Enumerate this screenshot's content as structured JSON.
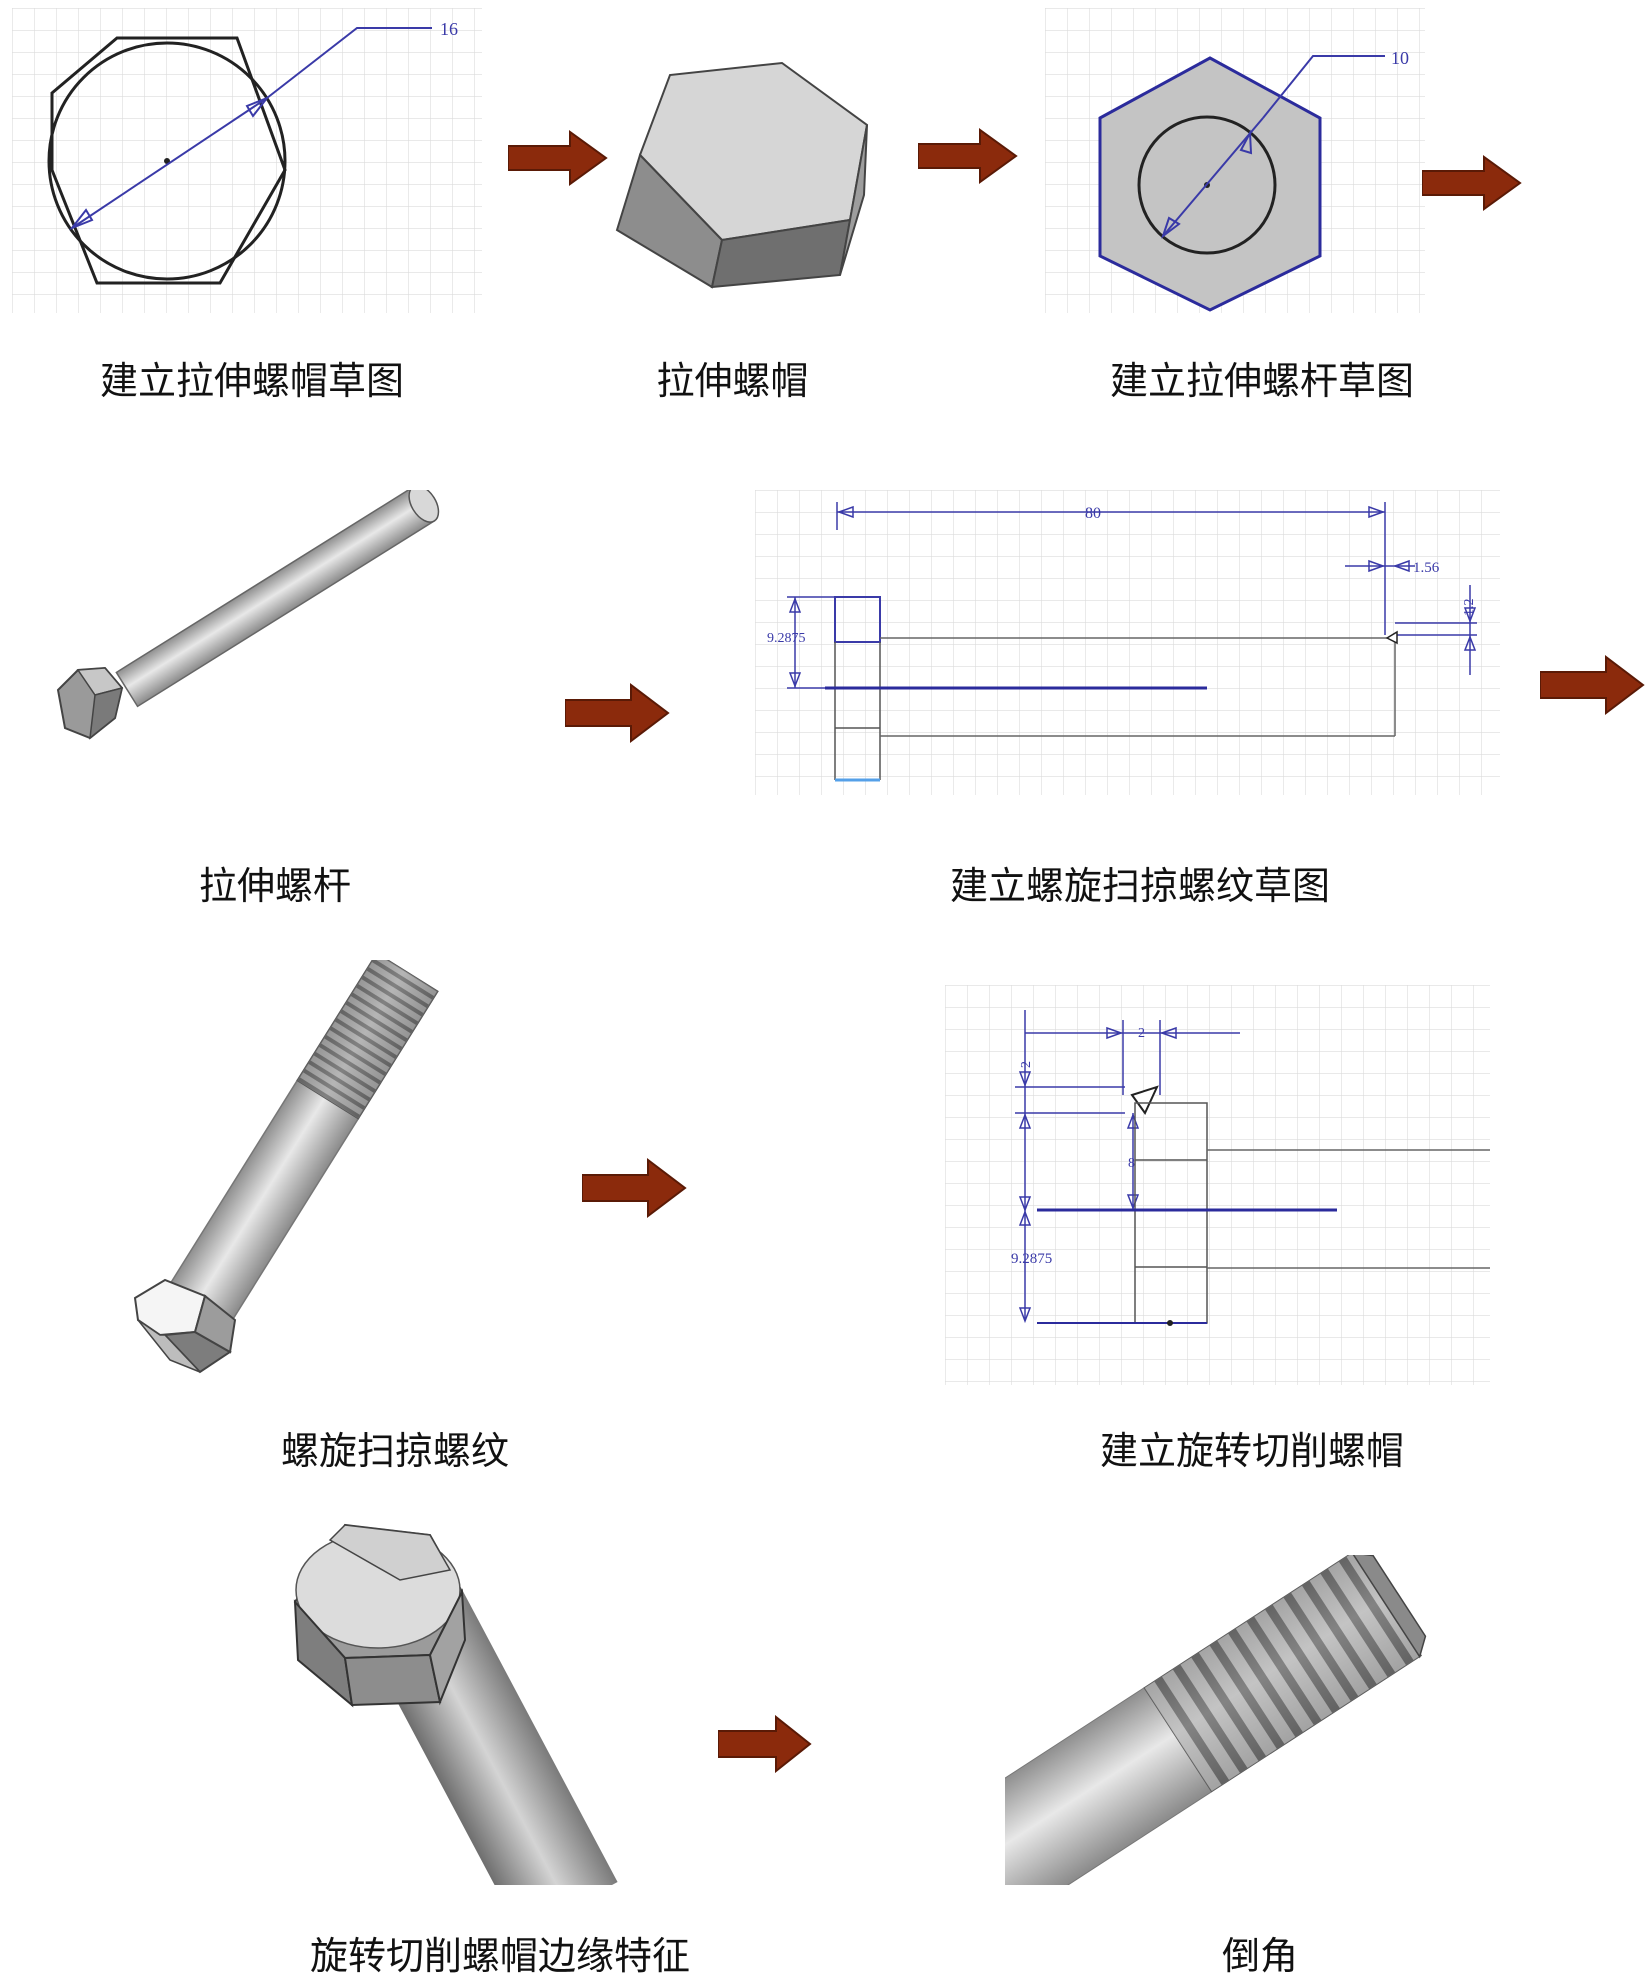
{
  "steps": [
    {
      "caption": "建立拉伸螺帽草图",
      "dimension": "16"
    },
    {
      "caption": "拉伸螺帽"
    },
    {
      "caption": "建立拉伸螺杆草图",
      "dimension": "10"
    },
    {
      "caption": "拉伸螺杆"
    },
    {
      "caption": "建立螺旋扫掠螺纹草图",
      "dimensions": [
        "80",
        "1.56",
        "1.2",
        "9.2875"
      ]
    },
    {
      "caption": "螺旋扫掠螺纹"
    },
    {
      "caption": "建立旋转切削螺帽",
      "dimensions": [
        "2",
        "2",
        "8",
        "9.2875"
      ]
    },
    {
      "caption": "旋转切削螺帽边缘特征"
    },
    {
      "caption": "倒角"
    }
  ],
  "colors": {
    "arrow": "#8b2a0c",
    "sketch_line": "#3a3aa8",
    "grid": "#dcdcdc"
  }
}
